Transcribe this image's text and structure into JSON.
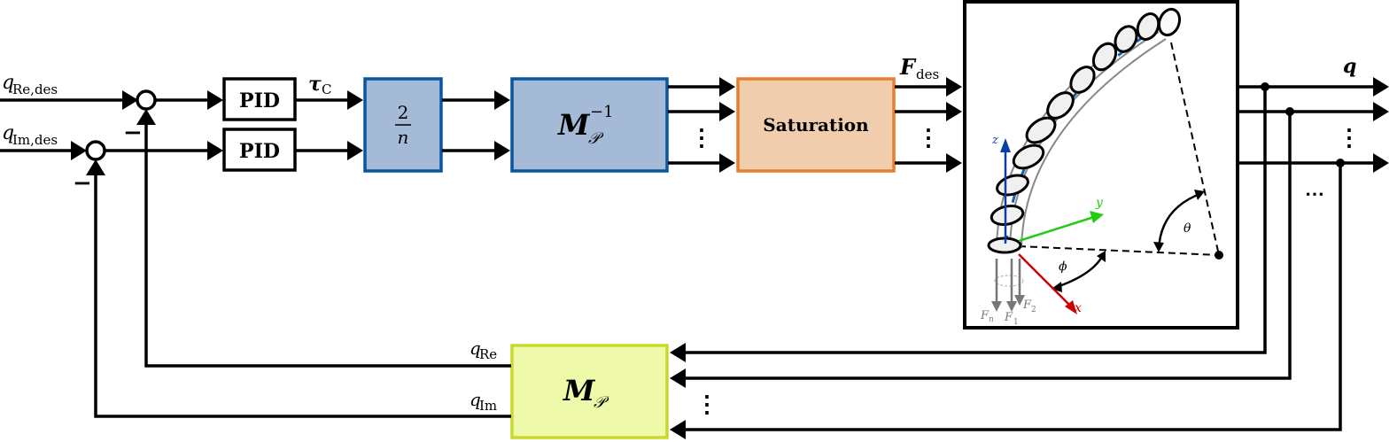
{
  "inputs": {
    "q_re_des": {
      "base": "q",
      "sub": "Re,des"
    },
    "q_im_des": {
      "base": "q",
      "sub": "Im,des"
    }
  },
  "summing_junctions": [
    {
      "sign_feedback": "−"
    },
    {
      "sign_feedback": "−"
    }
  ],
  "blocks": {
    "pid_1": {
      "label": "PID"
    },
    "pid_2": {
      "label": "PID"
    },
    "gain": {
      "numerator": "2",
      "denominator": "n",
      "fill": "#a5bad6",
      "border": "#0b55a0"
    },
    "inverse_map": {
      "base": "M",
      "sub": "𝒫",
      "sup": "−1",
      "fill": "#a5bad6",
      "border": "#0b55a0"
    },
    "saturation": {
      "label": "Saturation",
      "fill": "#f0cead",
      "border": "#e97f2e"
    },
    "forward_map": {
      "base": "M",
      "sub": "𝒫",
      "fill": "#eefaa9",
      "border": "#c9d92a"
    }
  },
  "signals": {
    "tau_c": {
      "base": "τ",
      "sub": "C"
    },
    "f_des": {
      "base": "F",
      "sub": "des"
    },
    "q_out": {
      "base": "q"
    },
    "q_re": {
      "base": "q",
      "sub": "Re"
    },
    "q_im": {
      "base": "q",
      "sub": "Im"
    }
  },
  "ellipsis": {
    "vertical": "⋮",
    "horizontal": "⋯"
  },
  "robot_panel": {
    "axes": {
      "x": "x",
      "y": "y",
      "z": "z"
    },
    "axis_colors": {
      "x": "#cc0000",
      "y": "#22cc11",
      "z": "#0b3fa0"
    },
    "angles": {
      "theta": "θ",
      "phi": "ϕ"
    },
    "forces": [
      {
        "base": "F",
        "sub": "n"
      },
      {
        "base": "F",
        "sub": "1"
      },
      {
        "base": "F",
        "sub": "2"
      }
    ],
    "spine_color": "#1560b0",
    "force_color": "#777777"
  }
}
